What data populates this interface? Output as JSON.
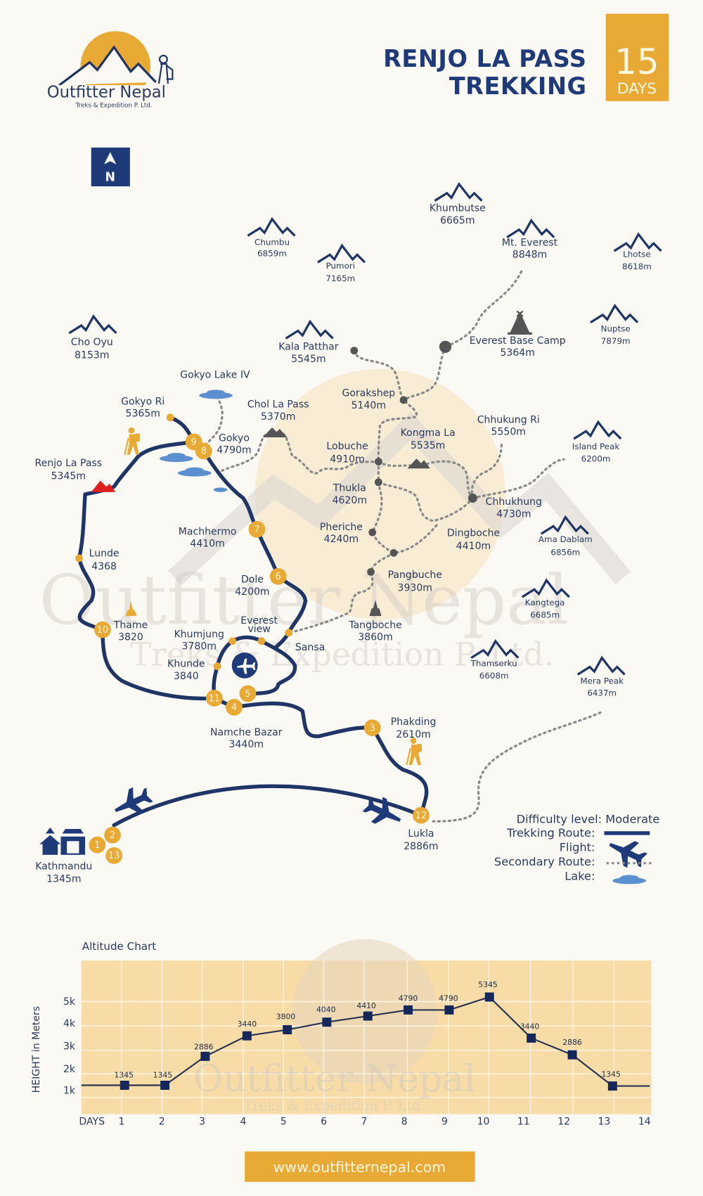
{
  "brand": {
    "name": "Outfitter Nepal",
    "tagline": "Treks & Expedition P. Ltd.",
    "website": "www.outfitternepal.com",
    "colors": {
      "navy": "#1f3a78",
      "gold": "#e9a935",
      "cream": "#fbf9f4",
      "chart_bg": "#f7dca8",
      "red": "#e02020",
      "gray_route": "#8a8a8a",
      "lake": "#5b8fd0"
    }
  },
  "header": {
    "title_line1": "RENJO LA PASS",
    "title_line2": "TREKKING",
    "days_number": "15",
    "days_label": "DAYS"
  },
  "compass": {
    "label": "N",
    "icon": "north-arrow-icon"
  },
  "peaks": [
    {
      "name": "Khumbutse",
      "alt": "6665m"
    },
    {
      "name": "Chumbu",
      "alt": "6859m"
    },
    {
      "name": "Pumori",
      "alt": "7165m"
    },
    {
      "name": "Mt. Everest",
      "alt": "8848m"
    },
    {
      "name": "Lhotse",
      "alt": "8618m"
    },
    {
      "name": "Cho Oyu",
      "alt": "8153m"
    },
    {
      "name": "Kala Patthar",
      "alt": "5545m"
    },
    {
      "name": "Nuptse",
      "alt": "7879m"
    },
    {
      "name": "Island Peak",
      "alt": "6200m"
    },
    {
      "name": "Ama Dablam",
      "alt": "6856m"
    },
    {
      "name": "Kangtega",
      "alt": "6685m"
    },
    {
      "name": "Thamserku",
      "alt": "6608m"
    },
    {
      "name": "Mera Peak",
      "alt": "6437m"
    }
  ],
  "places": {
    "ebc": {
      "name": "Everest Base Camp",
      "alt": "5364m"
    },
    "gokyo_lake": {
      "name": "Gokyo Lake IV"
    },
    "gokyo_ri": {
      "name": "Gokyo Ri",
      "alt": "5365m"
    },
    "chola": {
      "name": "Chol La Pass",
      "alt": "5370m"
    },
    "gorakshep": {
      "name": "Gorakshep",
      "alt": "5140m"
    },
    "chhukung_ri": {
      "name": "Chhukung Ri",
      "alt": "5550m"
    },
    "gokyo": {
      "name": "Gokyo",
      "alt": "4790m"
    },
    "renjo": {
      "name": "Renjo La Pass",
      "alt": "5345m"
    },
    "lobuche": {
      "name": "Lobuche",
      "alt": "4910m"
    },
    "kongma": {
      "name": "Kongma La",
      "alt": "5535m"
    },
    "thukla": {
      "name": "Thukla",
      "alt": "4620m"
    },
    "chhukhung": {
      "name": "Chhukhung",
      "alt": "4730m"
    },
    "machhermo": {
      "name": "Machhermo",
      "alt": "4410m"
    },
    "pheriche": {
      "name": "Pheriche",
      "alt": "4240m"
    },
    "dingboche": {
      "name": "Dingboche",
      "alt": "4410m"
    },
    "lunde": {
      "name": "Lunde",
      "alt": "4368"
    },
    "dole": {
      "name": "Dole",
      "alt": "4200m"
    },
    "pangbuche": {
      "name": "Pangbuche",
      "alt": "3930m"
    },
    "thame": {
      "name": "Thame",
      "alt": "3820"
    },
    "everest_view": {
      "name1": "Everest",
      "name2": "view"
    },
    "tangboche": {
      "name": "Tangboche",
      "alt": "3860m"
    },
    "khumjung": {
      "name": "Khumjung",
      "alt": "3780m"
    },
    "sansa": {
      "name": "Sansa"
    },
    "khunde": {
      "name": "Khunde",
      "alt": "3840"
    },
    "namche": {
      "name": "Namche Bazar",
      "alt": "3440m"
    },
    "phakding": {
      "name": "Phakding",
      "alt": "2610m"
    },
    "lukla": {
      "name": "Lukla",
      "alt": "2886m"
    },
    "kathmandu": {
      "name": "Kathmandu",
      "alt": "1345m"
    }
  },
  "stops": [
    "1",
    "2",
    "3",
    "4",
    "5",
    "6",
    "7",
    "8",
    "9",
    "10",
    "11",
    "12",
    "13"
  ],
  "legend": {
    "difficulty": "Difficulty level: Moderate",
    "trekking_route": "Trekking Route:",
    "flight": "Flight:",
    "secondary_route": "Secondary Route:",
    "lake": "Lake:"
  },
  "chart_data": {
    "type": "line",
    "title": "Altitude Chart",
    "xlabel": "DAYS",
    "ylabel": "HEIGHT in Meters",
    "x": [
      1,
      2,
      3,
      4,
      5,
      6,
      7,
      8,
      9,
      10,
      11,
      12,
      13,
      14
    ],
    "categories": [
      "1",
      "2",
      "3",
      "4",
      "5",
      "6",
      "7",
      "8",
      "9",
      "10",
      "11",
      "12",
      "13",
      "14"
    ],
    "y_ticks": [
      "1k",
      "2k",
      "3k",
      "4k",
      "5k"
    ],
    "ylim": [
      0,
      6000
    ],
    "grid": true,
    "series": [
      {
        "name": "Altitude",
        "values": [
          1345,
          1345,
          2886,
          3440,
          3800,
          4040,
          4410,
          4790,
          4790,
          5345,
          3440,
          2886,
          1345,
          null
        ],
        "labels": [
          "1345",
          "1345",
          "2886",
          "3440",
          "3800",
          "4040",
          "4410",
          "4790",
          "4790",
          "5345",
          "3440",
          "2886",
          "1345"
        ]
      }
    ]
  }
}
